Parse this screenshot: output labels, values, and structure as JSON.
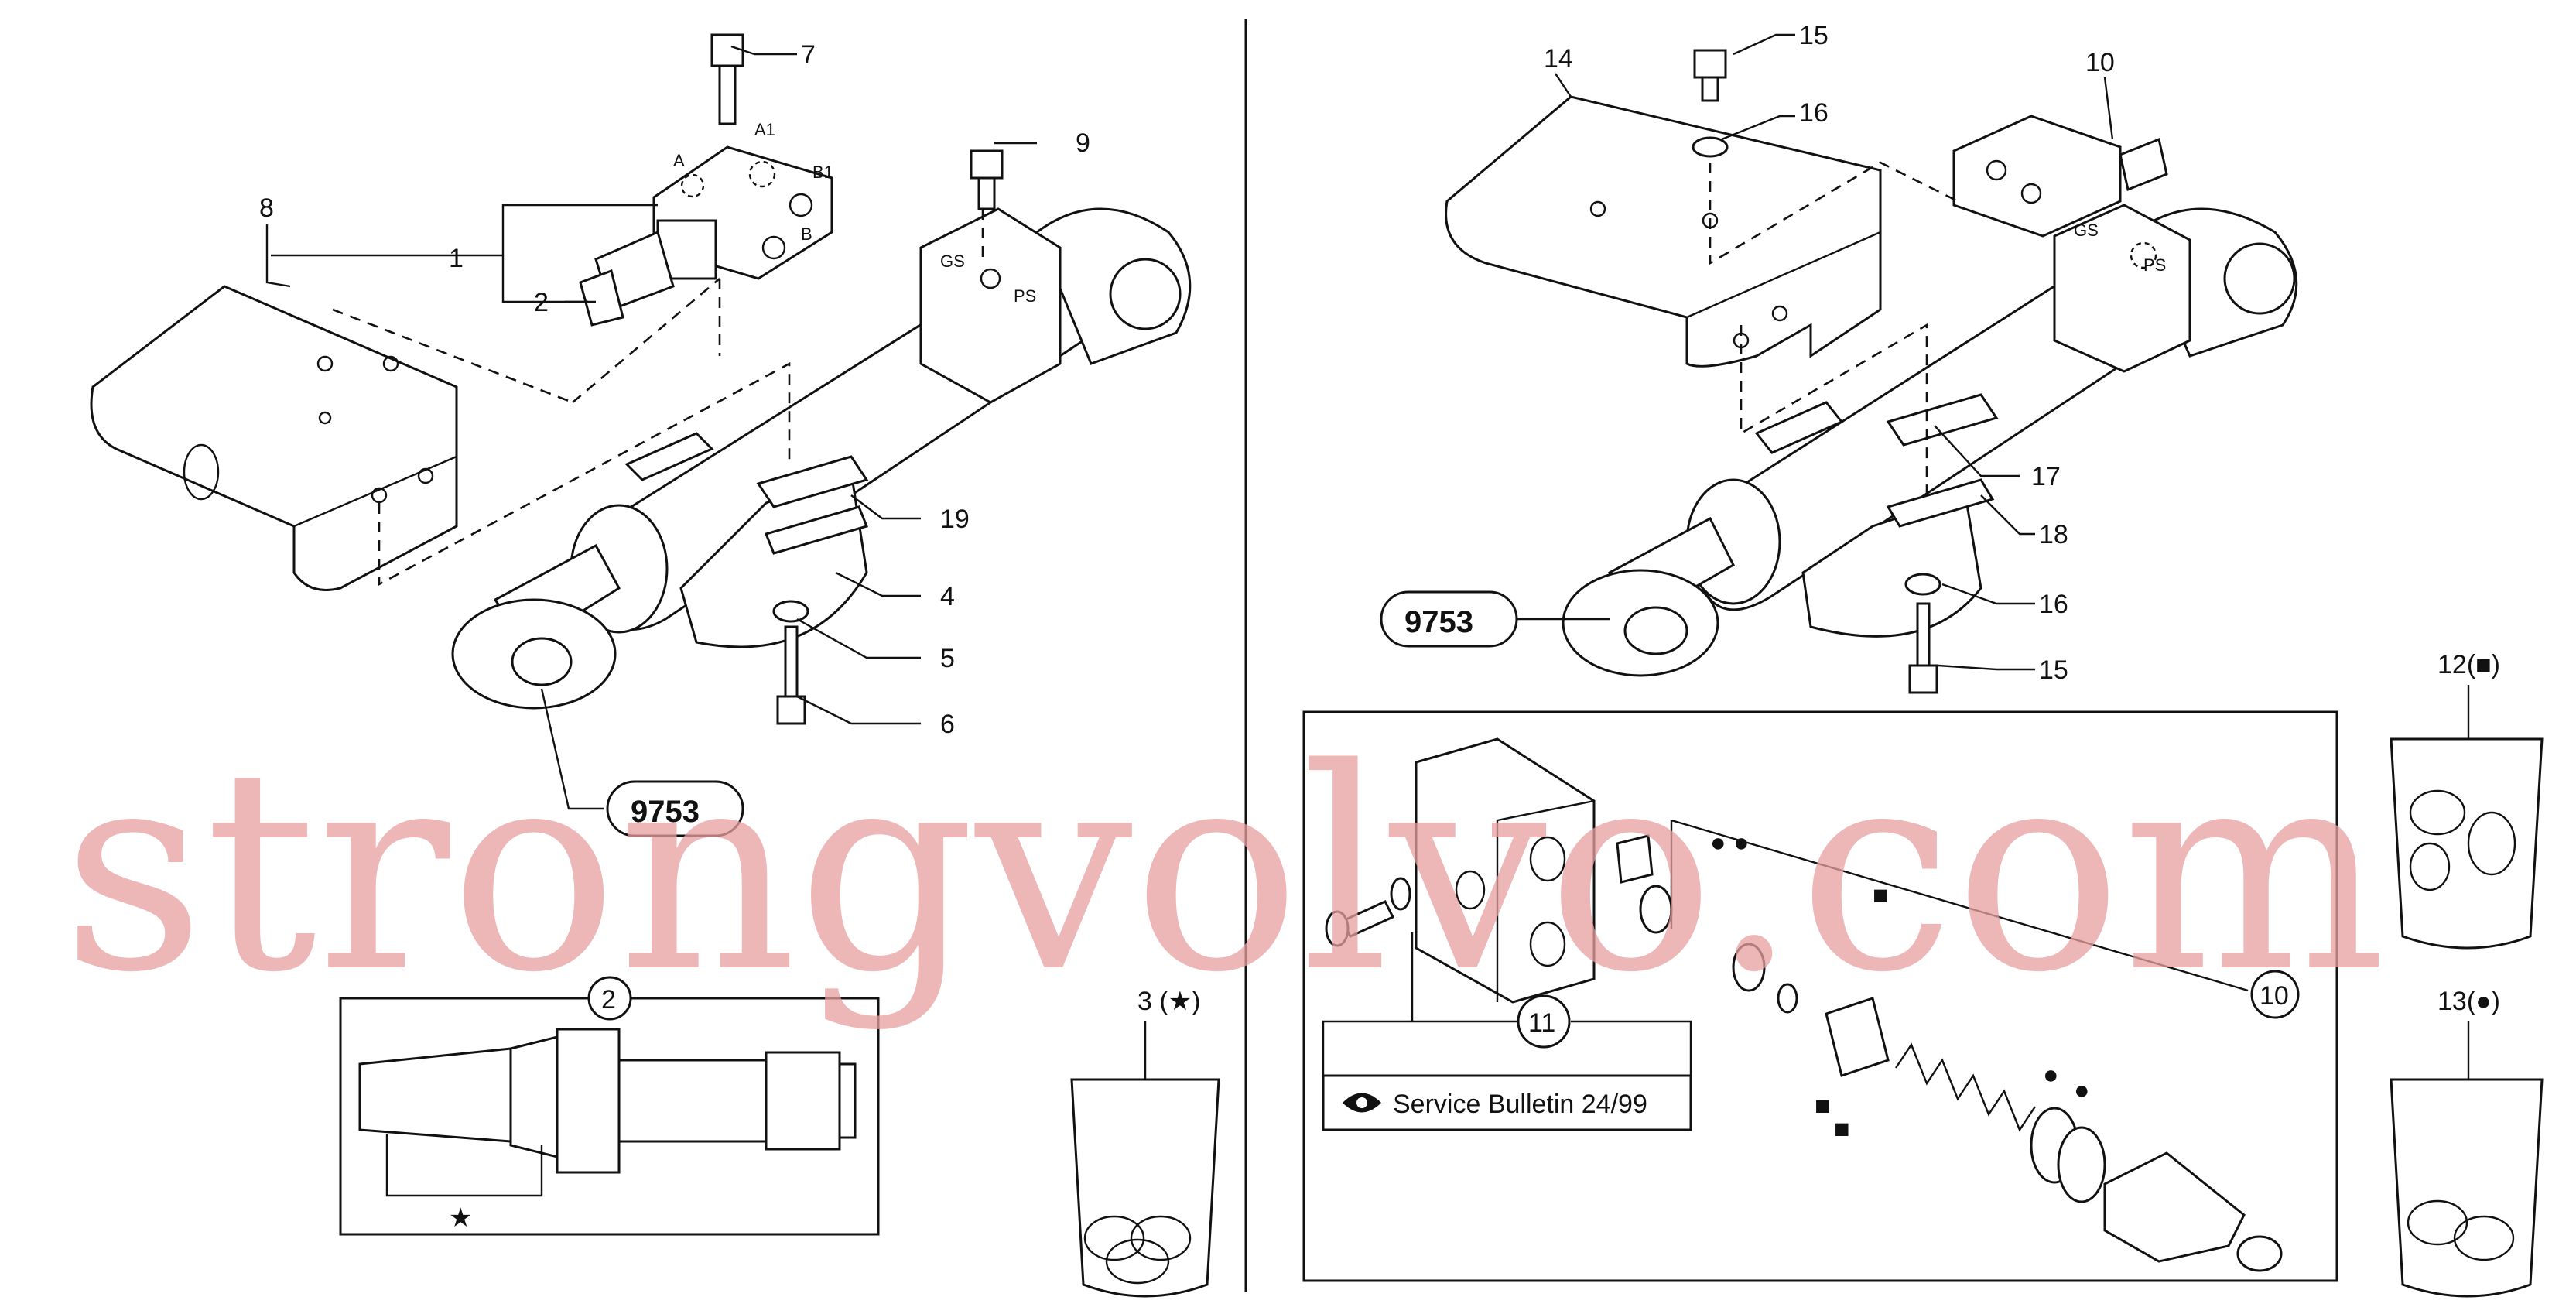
{
  "callouts": {
    "c1": "1",
    "c2": "2",
    "c3": "3 (★)",
    "c4": "4",
    "c5": "5",
    "c6": "6",
    "c7": "7",
    "c8": "8",
    "c9": "9",
    "c10": "10",
    "c11": "11",
    "c12": "12(■)",
    "c13": "13(●)",
    "c14": "14",
    "c15a": "15",
    "c15b": "15",
    "c16a": "16",
    "c16b": "16",
    "c17": "17",
    "c18": "18",
    "c19": "19"
  },
  "references": {
    "left": "9753",
    "right": "9753"
  },
  "circled": {
    "detail_2": "2",
    "detail_10": "10",
    "detail_11": "11"
  },
  "ports": {
    "a": "A",
    "a1": "A1",
    "b": "B",
    "b1": "B1",
    "gs_left": "GS",
    "ps_left": "PS",
    "gs_right": "GS",
    "ps_right": "PS"
  },
  "service_bulletin": "Service Bulletin 24/99",
  "icons": {
    "bulletin": "eye-icon",
    "star_marker": "star",
    "square_marker": "square",
    "dot_marker": "dot"
  },
  "watermark": "strongvolvo.com",
  "colors": {
    "line": "#111111",
    "watermark": "#e8a0a0",
    "background": "#ffffff"
  }
}
